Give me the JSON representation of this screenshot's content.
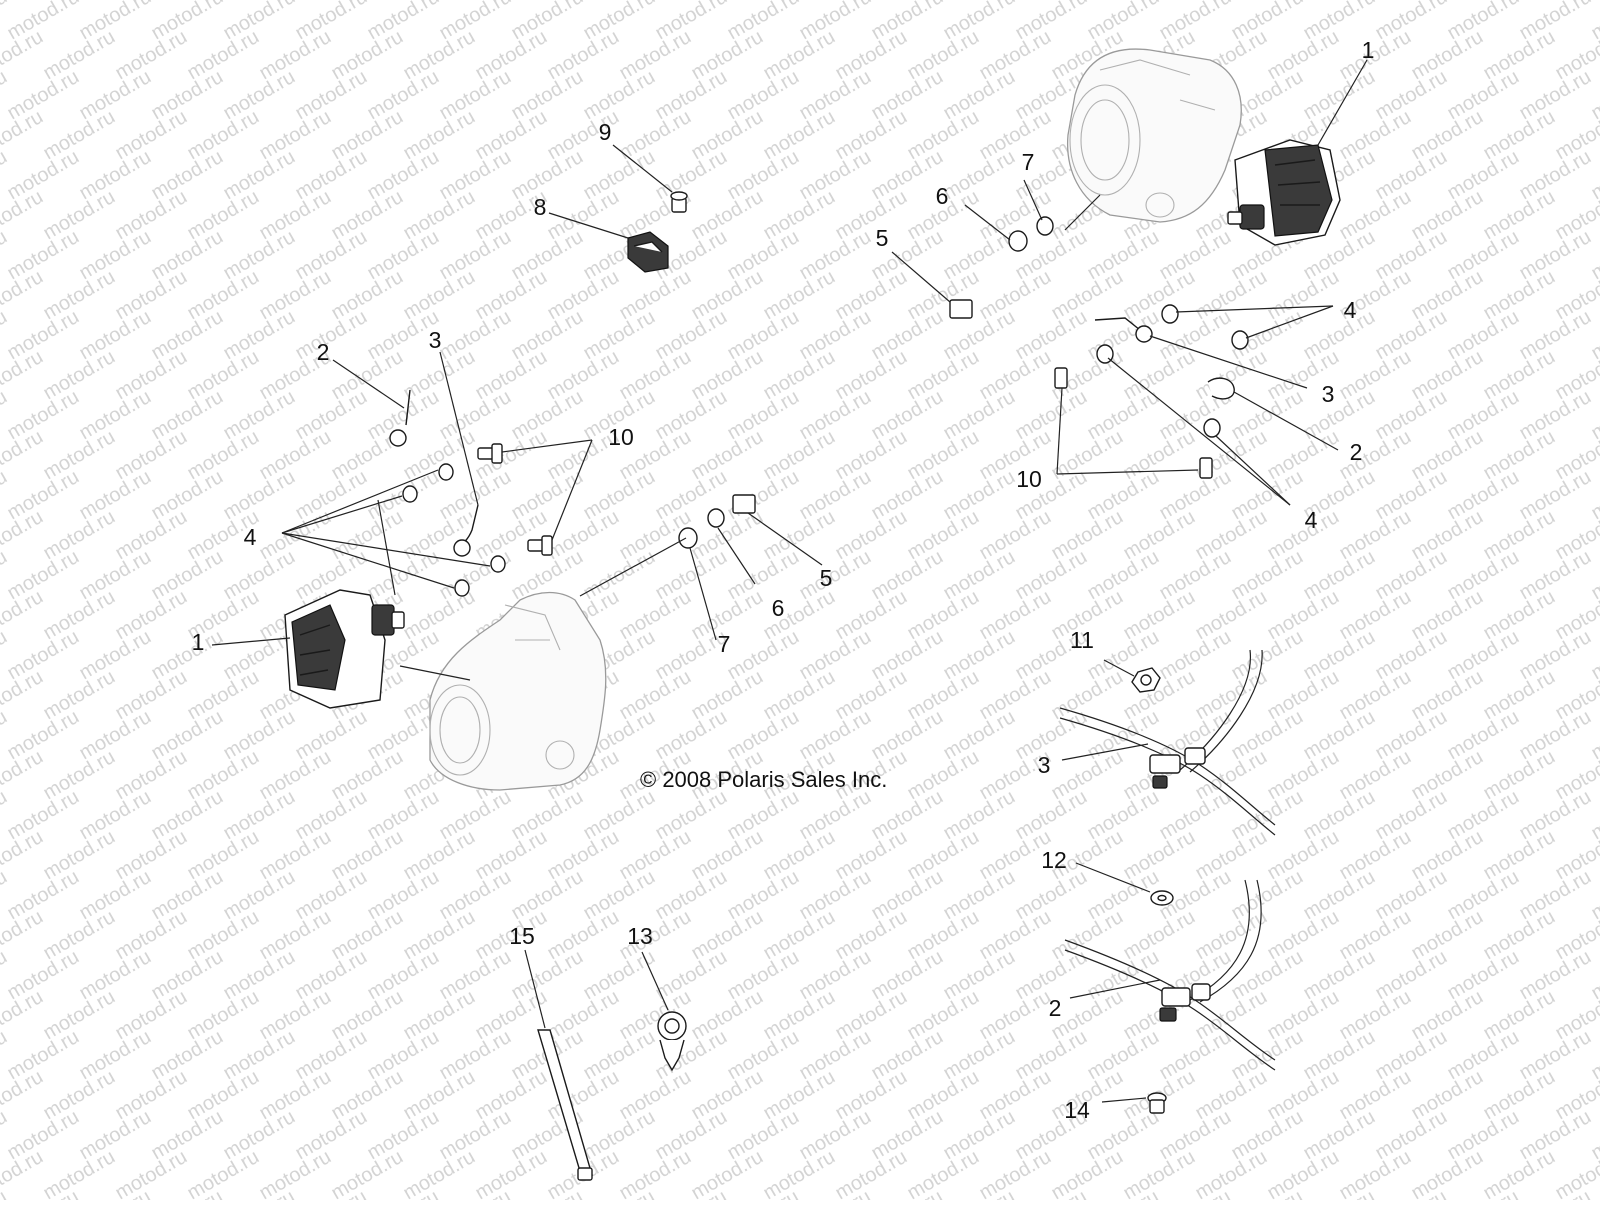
{
  "watermark": {
    "text": "motod.ru",
    "color": "#d4d4d4"
  },
  "copyright": "© 2008 Polaris Sales Inc.",
  "callouts": {
    "c1a": "1",
    "c1b": "1",
    "c2a": "2",
    "c2b": "2",
    "c2c": "2",
    "c3a": "3",
    "c3b": "3",
    "c3c": "3",
    "c4a": "4",
    "c4b": "4",
    "c4c": "4",
    "c5a": "5",
    "c5b": "5",
    "c6a": "6",
    "c6b": "6",
    "c7a": "7",
    "c7b": "7",
    "c8": "8",
    "c9": "9",
    "c10a": "10",
    "c10b": "10",
    "c11": "11",
    "c12": "12",
    "c13": "13",
    "c14": "14",
    "c15": "15"
  }
}
